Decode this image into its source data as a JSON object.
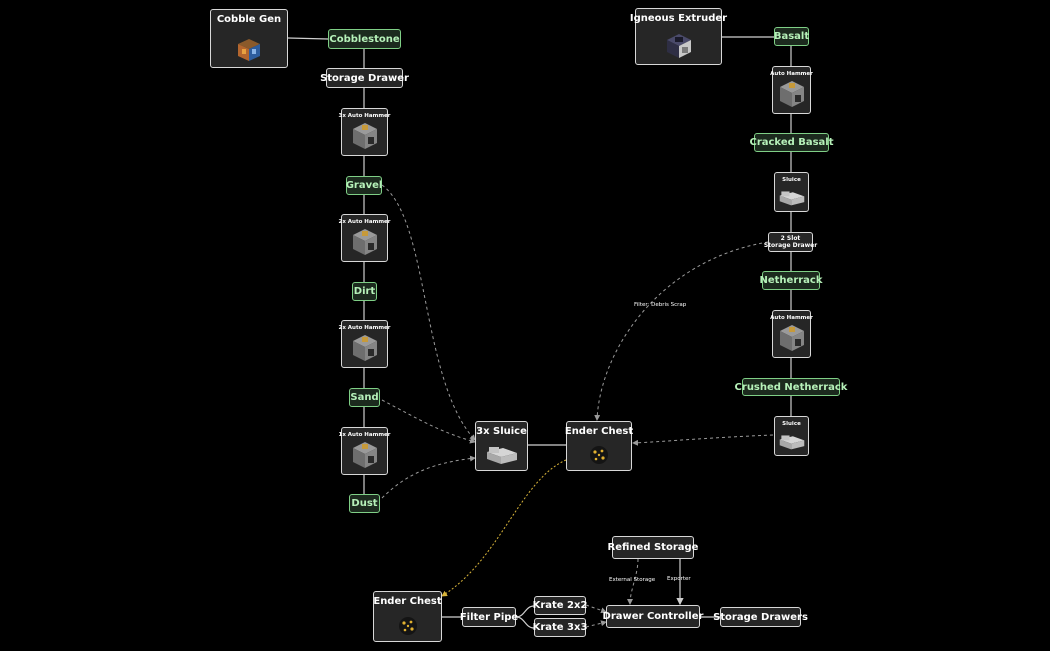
{
  "nodes": {
    "cobble_gen": "Cobble Gen",
    "cobblestone": "Cobblestone",
    "storage_drawer": "Storage Drawer",
    "hammer_3x": "3x Auto Hammer",
    "gravel": "Gravel",
    "hammer_2x_a": "2x Auto Hammer",
    "dirt": "Dirt",
    "hammer_2x_b": "2x Auto Hammer",
    "sand": "Sand",
    "hammer_1x": "1x Auto Hammer",
    "dust": "Dust",
    "sluice_3x": "3x Sluice",
    "ender_chest_top": "Ender Chest",
    "igneous_extruder": "Igneous Extruder",
    "basalt": "Basalt",
    "auto_hammer_a": "Auto Hammer",
    "cracked_basalt": "Cracked Basalt",
    "sluice_a": "Sluice",
    "slot_drawer_line1": "2 Slot",
    "slot_drawer_line2": "Storage Drawer",
    "netherrack": "Netherrack",
    "auto_hammer_b": "Auto Hammer",
    "crushed_netherrack": "Crushed Netherrack",
    "sluice_b": "Sluice",
    "refined_storage": "Refined Storage",
    "ender_chest_bottom": "Ender Chest",
    "filter_pipe": "Filter Pipe",
    "krate_2x2": "Krate 2x2",
    "krate_3x3": "Krate 3x3",
    "drawer_controller": "Drawer Controller",
    "storage_drawers": "Storage Drawers"
  },
  "edge_labels": {
    "filter": "Filter: Debris Scrap",
    "external_storage": "External Storage",
    "exporter": "Exporter"
  },
  "colors": {
    "node_border": "#d8d8d8",
    "item_border": "#7fcf86",
    "item_text": "#b6f1b9",
    "edge_solid": "#cfcfcf",
    "edge_dashed": "#9a9a9a",
    "edge_yellow": "#d8b43a"
  },
  "icons": {
    "cobble_gen": "cobble-generator-block-icon",
    "hammer": "auto-hammer-block-icon",
    "sluice": "sluice-block-icon",
    "ender_chest": "ender-chest-icon",
    "igneous_extruder": "igneous-extruder-block-icon"
  }
}
